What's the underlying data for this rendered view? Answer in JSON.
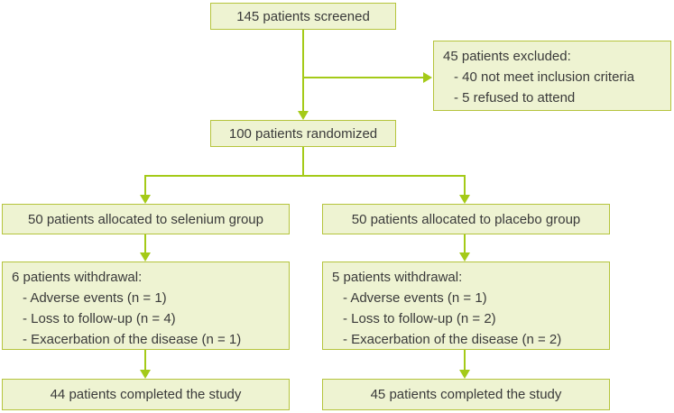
{
  "colors": {
    "box_fill": "#eef3d2",
    "box_border": "#b5c43c",
    "arrow": "#a4ca18",
    "text": "#3a3a3a"
  },
  "boxes": {
    "screened": {
      "text": "145 patients screened"
    },
    "excluded": {
      "title": "45 patients excluded:",
      "items": [
        "- 40 not meet inclusion criteria",
        "- 5 refused to attend"
      ]
    },
    "randomized": {
      "text": "100 patients randomized"
    },
    "selenium_allocated": {
      "text": "50 patients allocated to selenium group"
    },
    "placebo_allocated": {
      "text": "50 patients allocated to placebo group"
    },
    "selenium_withdrawal": {
      "title": "6 patients withdrawal:",
      "items": [
        "- Adverse events (n = 1)",
        "- Loss to follow-up (n = 4)",
        "- Exacerbation of the disease (n = 1)"
      ]
    },
    "placebo_withdrawal": {
      "title": "5 patients withdrawal:",
      "items": [
        "- Adverse events (n = 1)",
        "- Loss to follow-up (n = 2)",
        "- Exacerbation of the disease (n = 2)"
      ]
    },
    "selenium_completed": {
      "text": "44 patients completed the study"
    },
    "placebo_completed": {
      "text": "45 patients completed the study"
    }
  }
}
